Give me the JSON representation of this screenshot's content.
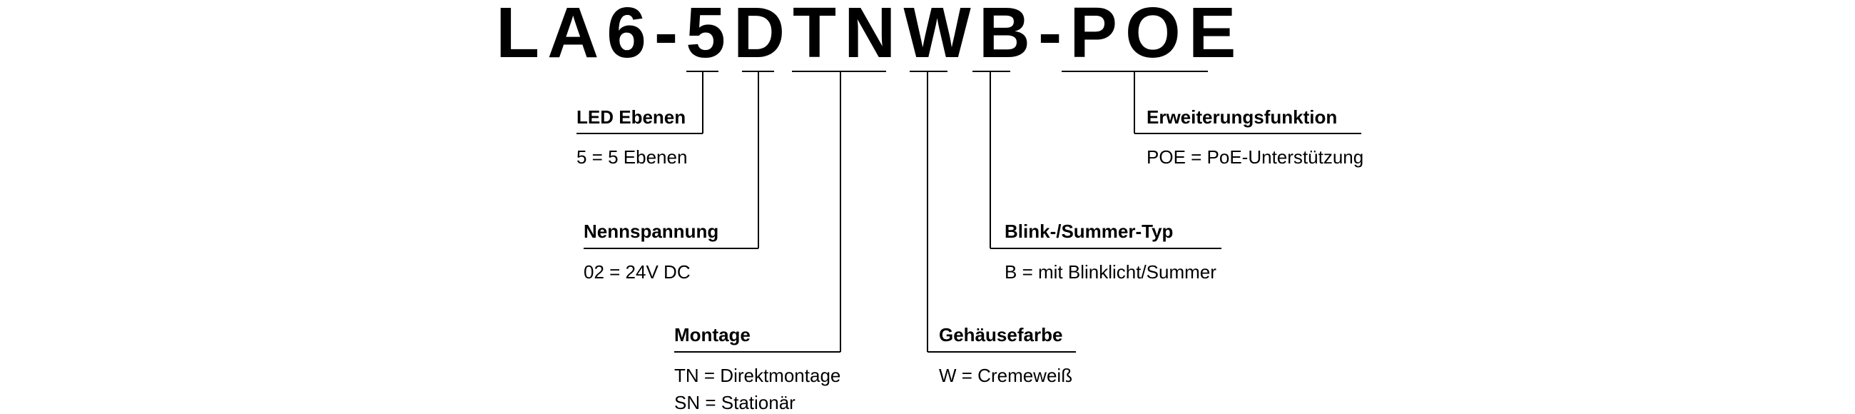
{
  "product_code": "LA6-5DTNWB-POE",
  "segments": [
    {
      "id": "led-ebenen",
      "heading": "LED Ebenen",
      "options": [
        "5 = 5 Ebenen"
      ]
    },
    {
      "id": "nennspannung",
      "heading": "Nennspannung",
      "options": [
        "02 = 24V DC"
      ]
    },
    {
      "id": "montage",
      "heading": "Montage",
      "options": [
        "TN = Direktmontage",
        "SN = Stationär"
      ]
    },
    {
      "id": "gehaeusefarbe",
      "heading": "Gehäusefarbe",
      "options": [
        "W = Cremeweiß"
      ]
    },
    {
      "id": "blink-summer-typ",
      "heading": "Blink-/Summer-Typ",
      "options": [
        "B = mit Blinklicht/Summer"
      ]
    },
    {
      "id": "erweiterungsfunktion",
      "heading": "Erweiterungsfunktion",
      "options": [
        "POE = PoE-Unterstützung"
      ]
    }
  ]
}
